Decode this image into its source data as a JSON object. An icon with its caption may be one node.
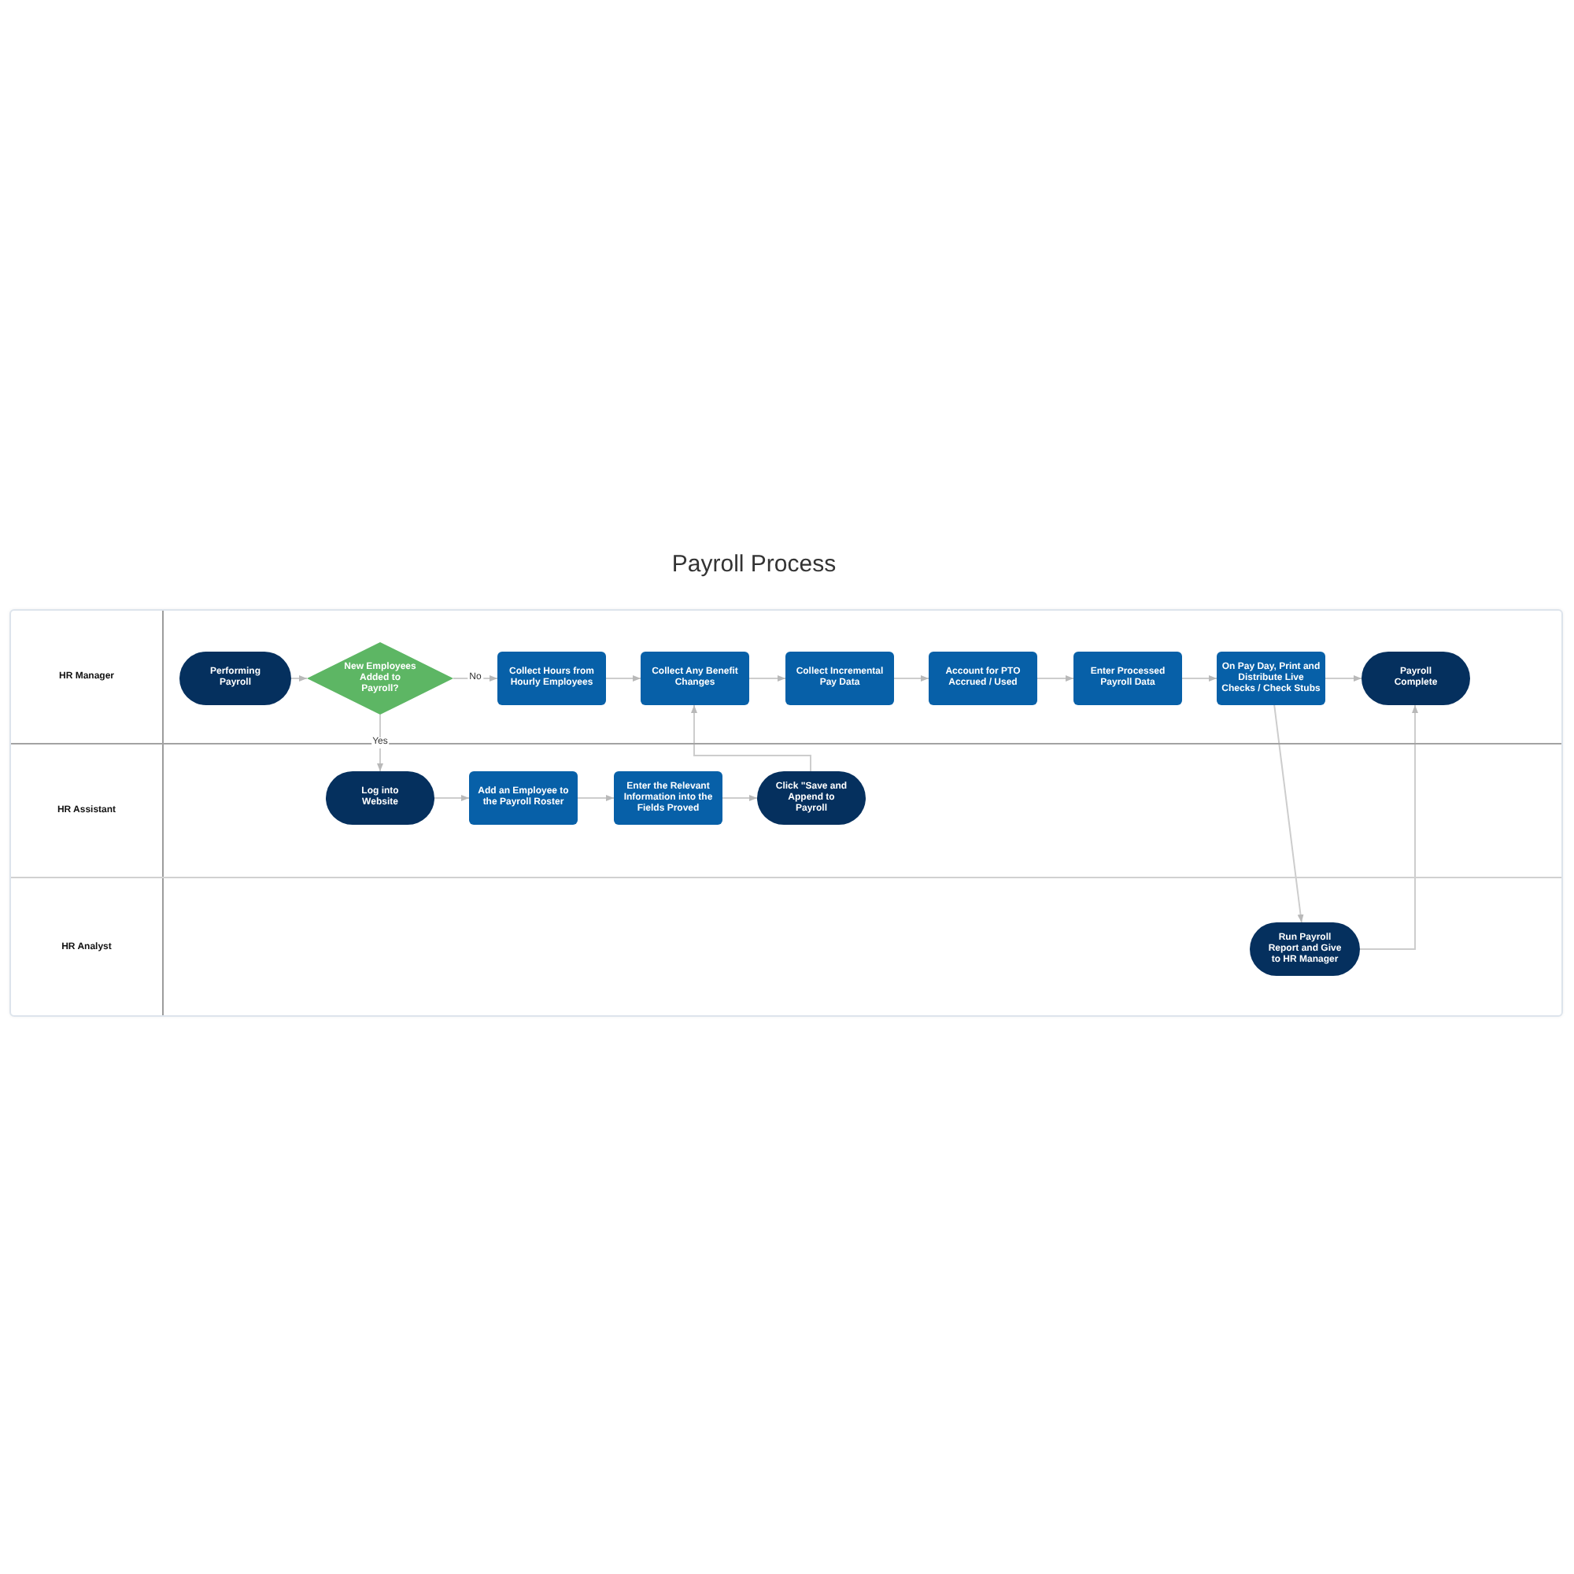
{
  "diagram": {
    "title": "Payroll Process",
    "nodes": [
      {
        "text": [
          "HR Manager"
        ]
      },
      {
        "text": [
          "Performing Payroll"
        ],
        "in": 0
      },
      {
        "text": [
          "New Employees Added to Payroll?"
        ],
        "in": 0
      },
      {
        "text": [
          "Collect Hours from Hourly Employees"
        ],
        "in": 0
      },
      {
        "text": [
          "Collect Any Benefit Changes"
        ],
        "in": 0
      },
      {
        "text": [
          "Collect Incremental Pay Data"
        ],
        "in": 0
      },
      {
        "text": [
          "Account for PTO Accrued / Used"
        ],
        "in": 0
      },
      {
        "text": [
          "Enter Processed Payroll Data"
        ],
        "in": 0
      },
      {
        "text": [
          "On Pay Day, Print and Distribute Live Checks / Check Stubs"
        ],
        "in": 0
      },
      {
        "text": [
          "Payroll Complete"
        ],
        "in": 0
      },
      {
        "text": [
          "HR Assistant"
        ]
      },
      {
        "text": [
          "Log into Website"
        ],
        "in": 10
      },
      {
        "text": [
          "Add an Employee to the Payroll Roster"
        ],
        "in": 10
      },
      {
        "text": [
          "Enter the Relevant Information into the Fields Proved"
        ],
        "in": 10
      },
      {
        "text": [
          "Click \"Save and Append to Payroll"
        ],
        "in": 10
      },
      {
        "text": [
          "HR Analyst"
        ]
      },
      {
        "text": [
          "Run Payroll Report and Give to HR Manager"
        ],
        "in": 15
      }
    ],
    "edges": [
      {
        "from": 1,
        "to": 2,
        "arrow": "to"
      },
      {
        "from": 2,
        "to": 3,
        "arrow": "to",
        "label": "No"
      },
      {
        "from": 2,
        "to": 11,
        "arrow": "to",
        "label": "Yes"
      },
      {
        "from": 3,
        "to": 4,
        "arrow": "to"
      },
      {
        "from": 4,
        "to": 5,
        "arrow": "to"
      },
      {
        "from": 5,
        "to": 6,
        "arrow": "to"
      },
      {
        "from": 6,
        "to": 7,
        "arrow": "to"
      },
      {
        "from": 7,
        "to": 8,
        "arrow": "to"
      },
      {
        "from": 8,
        "to": 9,
        "arrow": "to"
      },
      {
        "from": 11,
        "to": 12,
        "arrow": "to"
      },
      {
        "from": 12,
        "to": 13,
        "arrow": "to"
      },
      {
        "from": 13,
        "to": 14,
        "arrow": "to"
      },
      {
        "from": 14,
        "to": 4,
        "arrow": "to"
      },
      {
        "from": 8,
        "to": 16,
        "arrow": "to"
      },
      {
        "from": 16,
        "to": 9,
        "arrow": "to"
      }
    ]
  }
}
